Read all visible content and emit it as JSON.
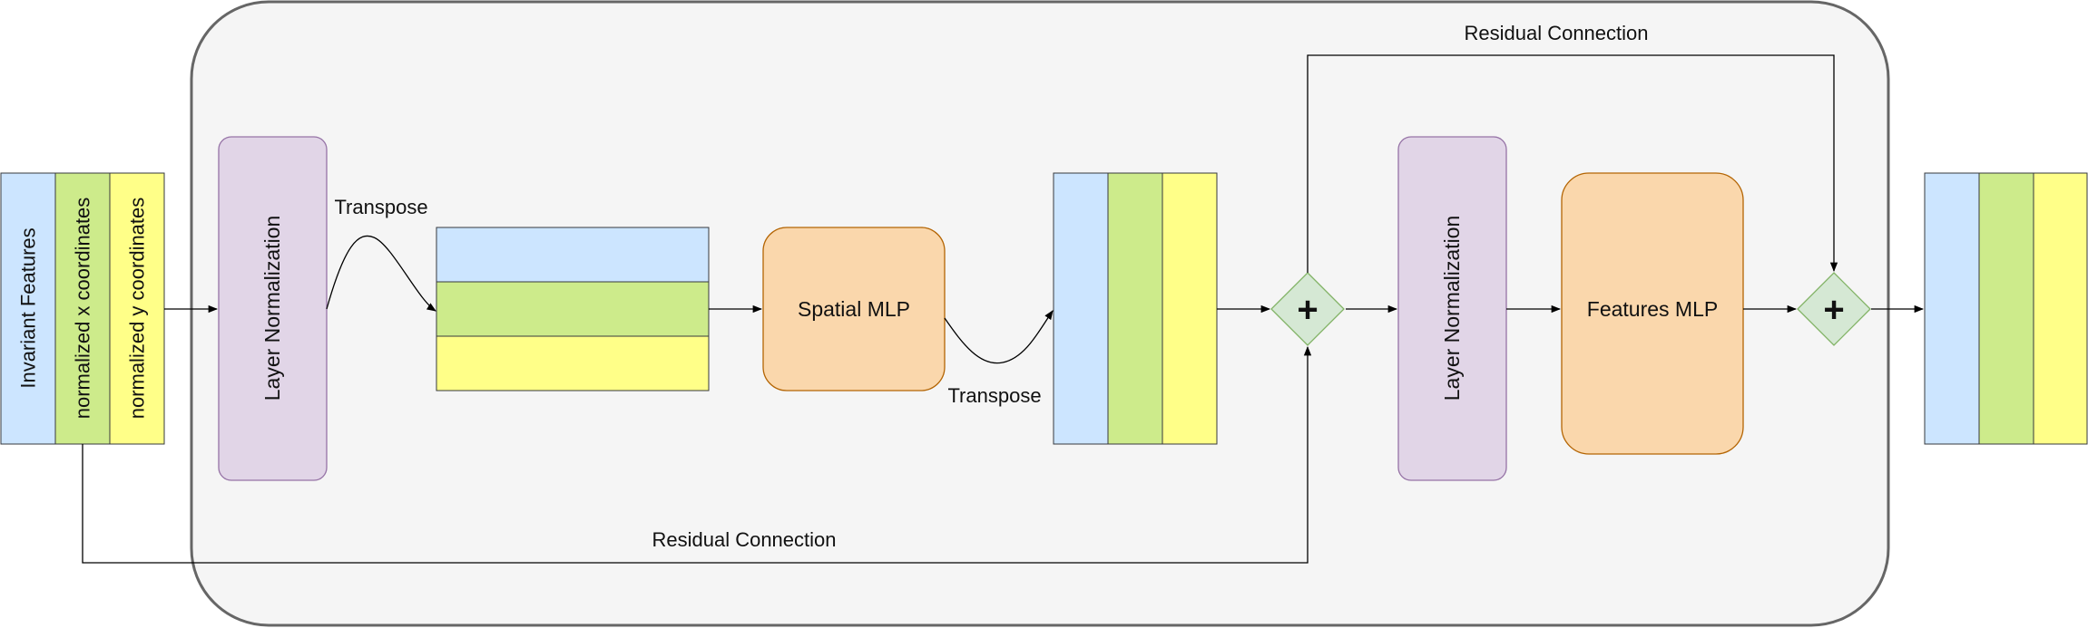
{
  "diagram": {
    "input_block": {
      "features_label": "Invariant Features",
      "x_label": "normalized x coordinates",
      "y_label": "normalized y coordinates"
    },
    "layer_norm_1": "Layer Normalization",
    "transpose_1": "Transpose",
    "spatial_mlp": "Spatial MLP",
    "transpose_2": "Transpose",
    "residual_bottom": "Residual Connection",
    "residual_top": "Residual Connection",
    "layer_norm_2": "Layer Normalization",
    "features_mlp": "Features MLP",
    "plus_symbol": "+"
  },
  "colors": {
    "blue": "#cce5ff",
    "green": "#cdeb8b",
    "yellow": "#ffff88",
    "purple": "#e1d5e7",
    "purple_border": "#9673a6",
    "orange": "#fad7ac",
    "orange_border": "#b46504",
    "diamond": "#d5e8d4",
    "diamond_border": "#82b366",
    "container_fill": "#f5f5f5",
    "container_border": "#666666"
  }
}
